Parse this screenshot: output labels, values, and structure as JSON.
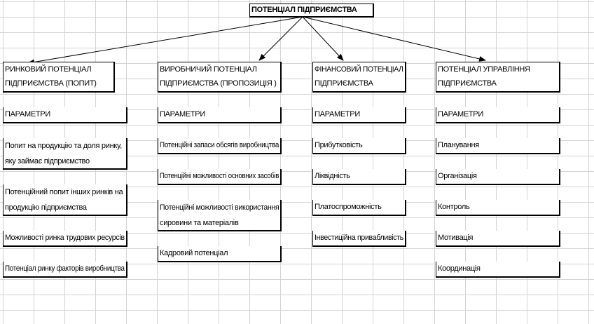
{
  "title": "ПОТЕНЦІАЛ ПІДПРИЄМСТВА",
  "columns": [
    {
      "head": [
        "РИНКОВИЙ ПОТЕНЦІАЛ",
        "ПІДПРИЄМСТВА (ПОПИТ)"
      ],
      "params": "ПАРАМЕТРИ",
      "items": [
        [
          "Попит на продукцію та доля ринку,",
          "яку займає підприємство"
        ],
        [
          "Потенційний попит інших ринків на",
          "продукцію підприємства"
        ],
        [
          "Можливості ринка трудових ресурсів"
        ],
        [
          "Потенціал ринку факторів виробництва"
        ]
      ]
    },
    {
      "head": [
        "ВИРОБНИЧИЙ ПОТЕНЦІАЛ",
        "ПІДПРИЄМСТВА (ПРОПОЗИЦІЯ   )"
      ],
      "params": "ПАРАМЕТРИ",
      "items": [
        [
          "Потенційні запаси обсягів виробництва"
        ],
        [
          "Потенційні можливості основних засобів"
        ],
        [
          "Потенційні можливості використання",
          "сировини та матеріалів"
        ],
        [
          "Кадровий потенціал"
        ]
      ]
    },
    {
      "head": [
        "ФІНАНСОВИЙ ПОТЕНЦІАЛ",
        "ПІДПРИЄМСТВА"
      ],
      "params": "ПАРАМЕТРИ",
      "items": [
        [
          "Прибутковість"
        ],
        [
          "Ліквідність"
        ],
        [
          "Платоспроможність"
        ],
        [
          "Інвестиційна привабливість"
        ]
      ]
    },
    {
      "head": [
        "ПОТЕНЦІАЛ УПРАВЛІННЯ",
        "ПІДПРИЄМСТВА"
      ],
      "params": "ПАРАМЕТРИ",
      "items": [
        [
          "Планування"
        ],
        [
          "Організація"
        ],
        [
          "Контроль"
        ],
        [
          "Мотивація"
        ],
        [
          "Координація"
        ]
      ]
    }
  ]
}
